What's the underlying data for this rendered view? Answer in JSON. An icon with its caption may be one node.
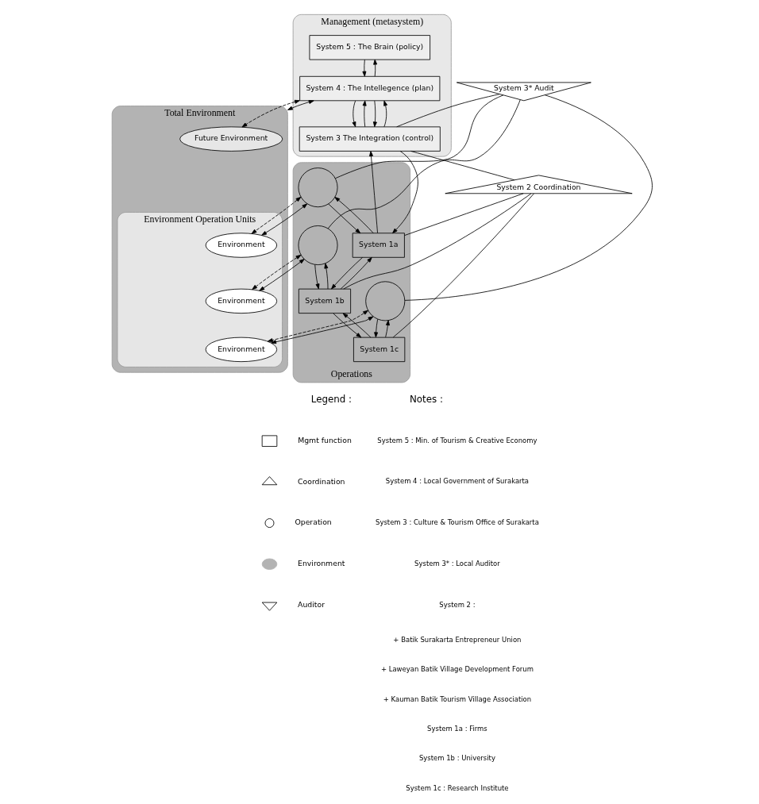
{
  "diagram": {
    "nodes": [
      {
        "text": [
          "Total Environment"
        ]
      },
      {
        "text": [
          "Future Environment"
        ],
        "in": 0
      },
      {
        "text": [
          "Environment Operation Units"
        ],
        "in": 0
      },
      {
        "text": [
          "Environment"
        ],
        "in": 2
      },
      {
        "text": [
          "Environment"
        ],
        "in": 2
      },
      {
        "text": [
          "Environment"
        ],
        "in": 2
      },
      {
        "text": [
          "Management (metasystem)"
        ]
      },
      {
        "text": [
          "System 5 : The Brain (policy)"
        ],
        "in": 6
      },
      {
        "text": [
          "System 4 : The Intellegence (plan)"
        ],
        "in": 6
      },
      {
        "text": [
          "System 3 The Integration (control)"
        ],
        "in": 6
      },
      {
        "text": [
          "System 3* Audit"
        ]
      },
      {
        "text": [
          "System 2 Coordination"
        ]
      },
      {
        "text": [
          "Operations"
        ]
      },
      {
        "text": [],
        "shape": "circle",
        "in": 12
      },
      {
        "text": [
          "System 1a"
        ],
        "in": 12
      },
      {
        "text": [],
        "shape": "circle",
        "in": 12
      },
      {
        "text": [
          "System 1b"
        ],
        "in": 12
      },
      {
        "text": [],
        "shape": "circle",
        "in": 12
      },
      {
        "text": [
          "System 1c"
        ],
        "in": 12
      }
    ],
    "edges": [
      {
        "from": 7,
        "to": 8,
        "arrow": "to"
      },
      {
        "from": 8,
        "to": 7,
        "arrow": "to"
      },
      {
        "from": 8,
        "to": 9,
        "arrow": "to"
      },
      {
        "from": 9,
        "to": 8,
        "arrow": "to"
      },
      {
        "from": 8,
        "to": 9,
        "arrow": "to"
      },
      {
        "from": 9,
        "to": 8,
        "arrow": "to"
      },
      {
        "from": 8,
        "to": 1,
        "arrow": "both",
        "style": "dashed"
      },
      {
        "from": 8,
        "to": 0,
        "arrow": "both"
      },
      {
        "from": 10,
        "to": 9,
        "arrow": "none"
      },
      {
        "from": 9,
        "to": 11,
        "arrow": "none"
      },
      {
        "from": 9,
        "to": 14,
        "arrow": "to"
      },
      {
        "from": 14,
        "to": 9,
        "arrow": "to"
      },
      {
        "from": 14,
        "to": 16,
        "arrow": "to"
      },
      {
        "from": 16,
        "to": 14,
        "arrow": "to"
      },
      {
        "from": 16,
        "to": 18,
        "arrow": "to"
      },
      {
        "from": 18,
        "to": 16,
        "arrow": "to"
      },
      {
        "from": 10,
        "to": 13,
        "arrow": "none"
      },
      {
        "from": 10,
        "to": 15,
        "arrow": "none"
      },
      {
        "from": 10,
        "to": 17,
        "arrow": "none"
      },
      {
        "from": 11,
        "to": 14,
        "arrow": "none"
      },
      {
        "from": 11,
        "to": 16,
        "arrow": "none"
      },
      {
        "from": 11,
        "to": 18,
        "arrow": "none"
      },
      {
        "from": 13,
        "to": 3,
        "arrow": "both",
        "style": "dashed"
      },
      {
        "from": 13,
        "to": 3,
        "arrow": "both"
      },
      {
        "from": 15,
        "to": 4,
        "arrow": "both",
        "style": "dashed"
      },
      {
        "from": 15,
        "to": 4,
        "arrow": "both"
      },
      {
        "from": 17,
        "to": 5,
        "arrow": "both",
        "style": "dashed"
      },
      {
        "from": 17,
        "to": 5,
        "arrow": "both"
      },
      {
        "from": 13,
        "to": 14,
        "arrow": "to"
      },
      {
        "from": 14,
        "to": 13,
        "arrow": "to"
      },
      {
        "from": 15,
        "to": 16,
        "arrow": "to"
      },
      {
        "from": 16,
        "to": 15,
        "arrow": "to"
      },
      {
        "from": 17,
        "to": 18,
        "arrow": "to"
      },
      {
        "from": 18,
        "to": 17,
        "arrow": "to"
      }
    ],
    "labels": [
      "Legend :",
      "Notes :",
      "System 5 : Min. of Tourism & Creative Economy",
      "System 4 : Local Government of Surakarta",
      "System 3 : Culture & Tourism Office of Surakarta",
      "System 3* : Local Auditor",
      "System 2 :",
      "+ Batik Surakarta Entrepreneur Union",
      "+ Laweyan Batik Village Development Forum",
      "+ Kauman Batik Tourism Village Association",
      "System 1a : Firms",
      "System 1b : University",
      "System 1c : Research Institute"
    ],
    "legend": [
      {
        "text": "Mgmt function"
      },
      {
        "text": "Coordination"
      },
      {
        "text": "Operation"
      },
      {
        "text": "Environment",
        "color": "#b3b3b3"
      },
      {
        "text": "Auditor"
      }
    ]
  }
}
